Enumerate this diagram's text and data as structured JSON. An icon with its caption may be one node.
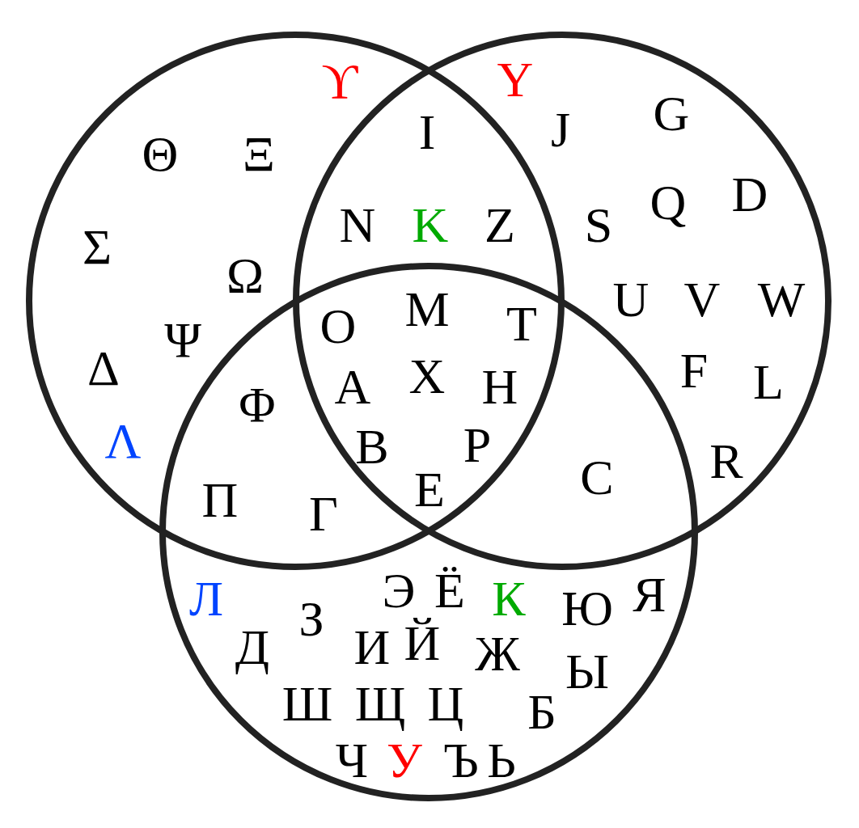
{
  "diagram": {
    "nodes": [
      {
        "text": [],
        "shape": "circle"
      },
      {
        "text": [],
        "shape": "circle"
      },
      {
        "text": [],
        "shape": "circle"
      }
    ],
    "edges": [],
    "labels": [
      "Y",
      "ϒ",
      "G",
      "J",
      "I",
      "Θ",
      "Ξ",
      "D",
      "Q",
      "N",
      "K",
      "Z",
      "S",
      "Σ",
      "Ω",
      "U",
      "V",
      "W",
      "M",
      "T",
      "O",
      "Ψ",
      "Δ",
      "F",
      "L",
      "X",
      "A",
      "H",
      "Φ",
      "Λ",
      "P",
      "B",
      "R",
      "C",
      "E",
      "П",
      "Г",
      "Я",
      "Э",
      "Ё",
      "Л",
      "К",
      "Ю",
      "З",
      "Й",
      "И",
      "Д",
      "Ж",
      "Ы",
      "Ш",
      "Щ",
      "Ц",
      "Б",
      "Ч",
      "У",
      "Ъ",
      "Ь"
    ]
  }
}
